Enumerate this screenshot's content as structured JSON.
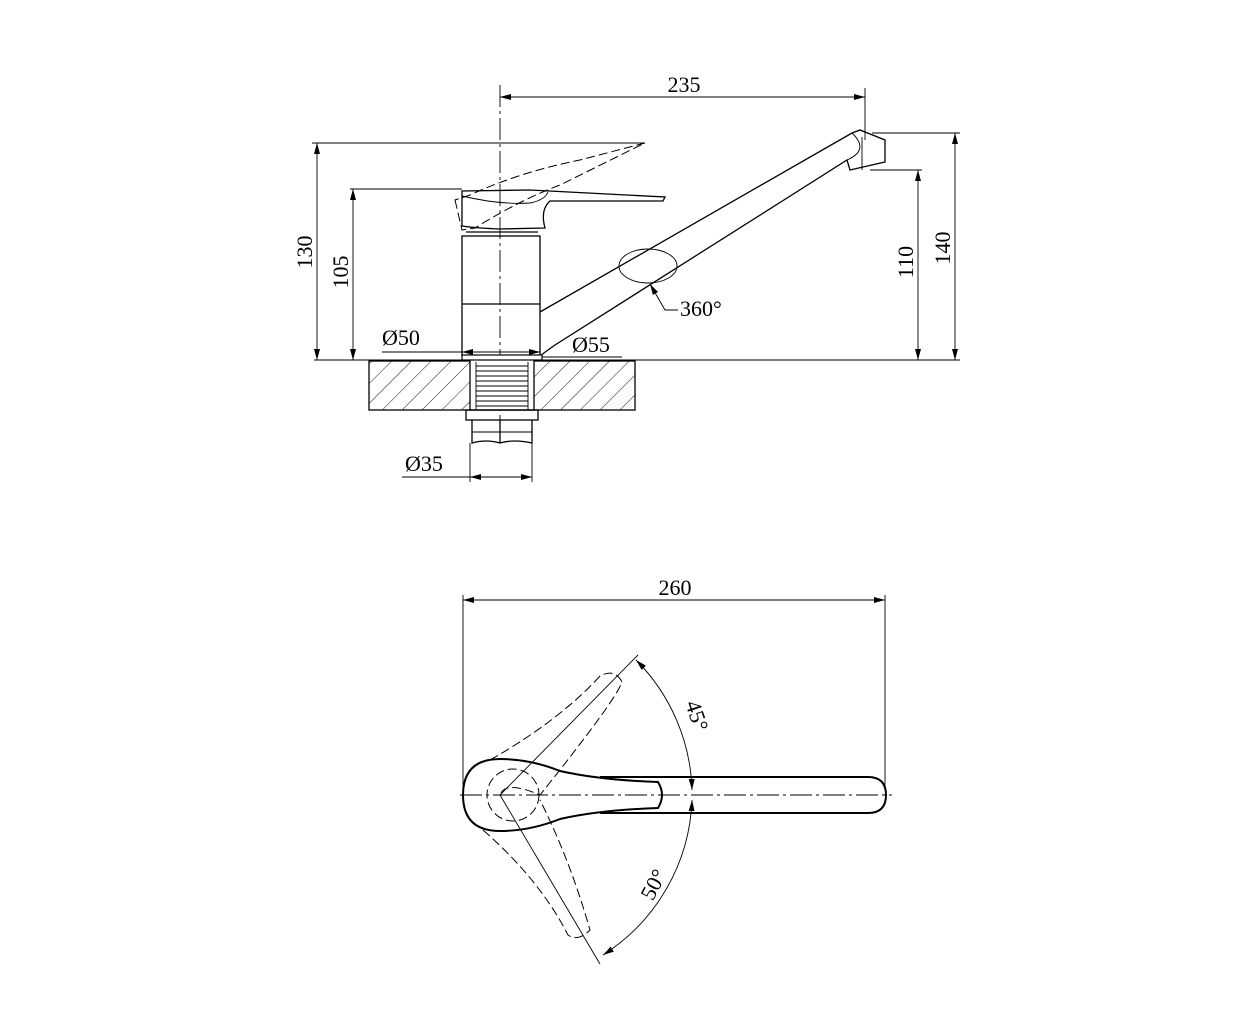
{
  "title": "Kitchen faucet dimension drawing",
  "side_view": {
    "dim_spout_reach": "235",
    "dim_total_height": "130",
    "dim_body_height": "105",
    "dim_spout_outlet_height": "110",
    "dim_spout_top_height": "140",
    "dim_base_diameter": "Ø50",
    "dim_flange_diameter": "Ø55",
    "dim_hose_diameter": "Ø35",
    "dim_spout_rotation": "360°"
  },
  "top_view": {
    "dim_total_length": "260",
    "angle_left": "45°",
    "angle_right": "50°"
  }
}
